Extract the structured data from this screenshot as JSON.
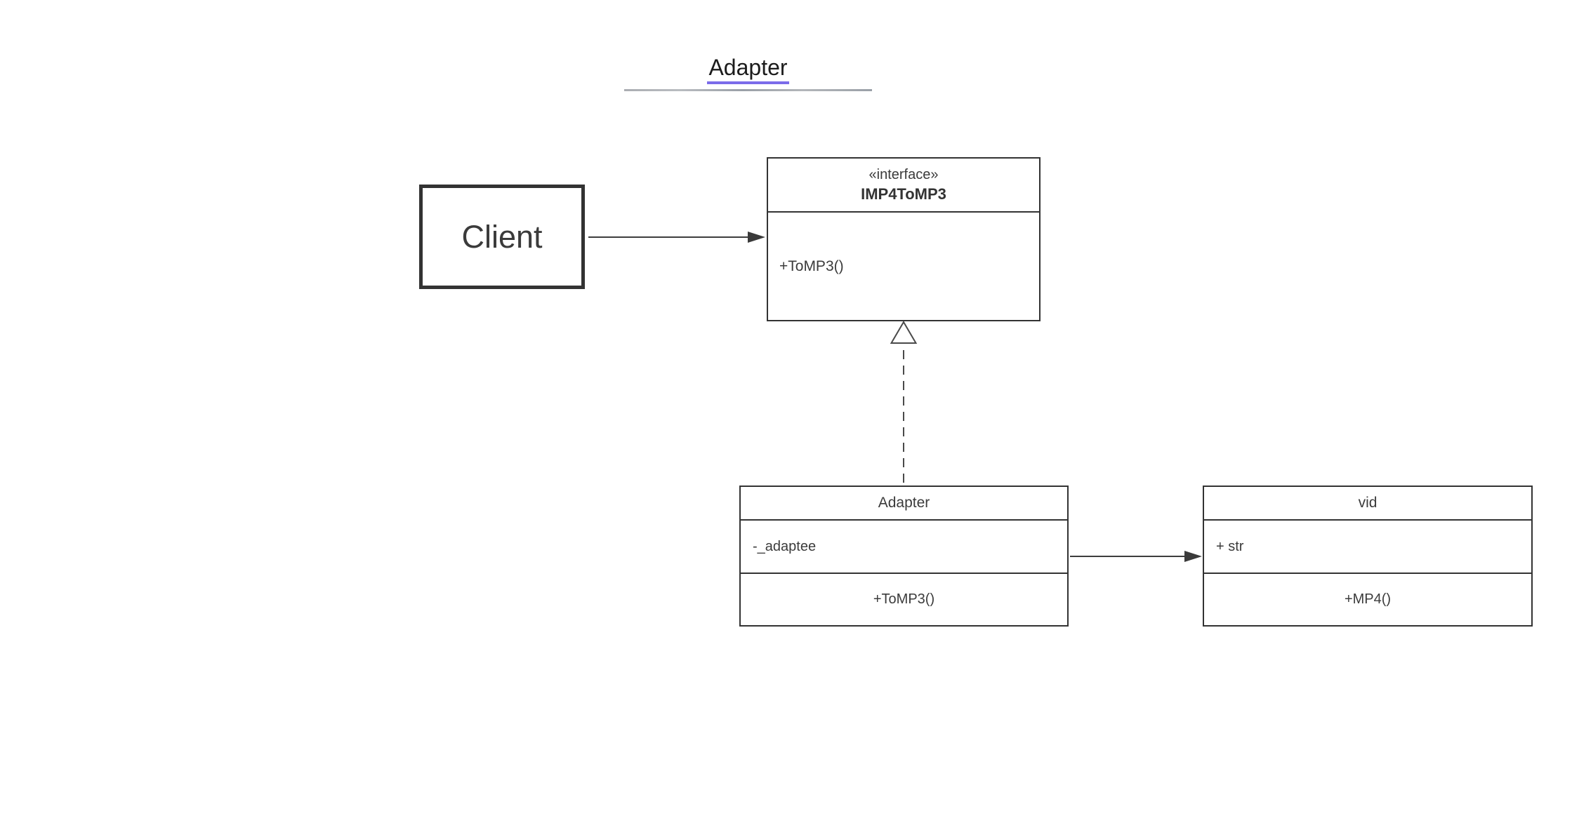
{
  "diagram": {
    "title": {
      "text": "Adapter",
      "underline_color": "#7b6cea",
      "divider_color": "#a3a7ac"
    },
    "nodes": {
      "client": {
        "label": "Client"
      },
      "interface": {
        "stereotype": "«interface»",
        "name": "IMP4ToMP3",
        "methods": [
          "+ToMP3()"
        ]
      },
      "adapter": {
        "name": "Adapter",
        "attributes": [
          "-_adaptee"
        ],
        "methods": [
          "+ToMP3()"
        ]
      },
      "vid": {
        "name": "vid",
        "attributes": [
          "+ str"
        ],
        "methods": [
          "+MP4()"
        ]
      }
    },
    "edges": [
      {
        "from": "Client",
        "to": "IMP4ToMP3",
        "type": "directed-association"
      },
      {
        "from": "Adapter",
        "to": "IMP4ToMP3",
        "type": "realization"
      },
      {
        "from": "Adapter",
        "to": "vid",
        "type": "directed-association"
      }
    ],
    "colors": {
      "node_border": "#333333",
      "text": "#3b3b3b",
      "arrow": "#3d3d3d",
      "background": "#ffffff"
    }
  }
}
